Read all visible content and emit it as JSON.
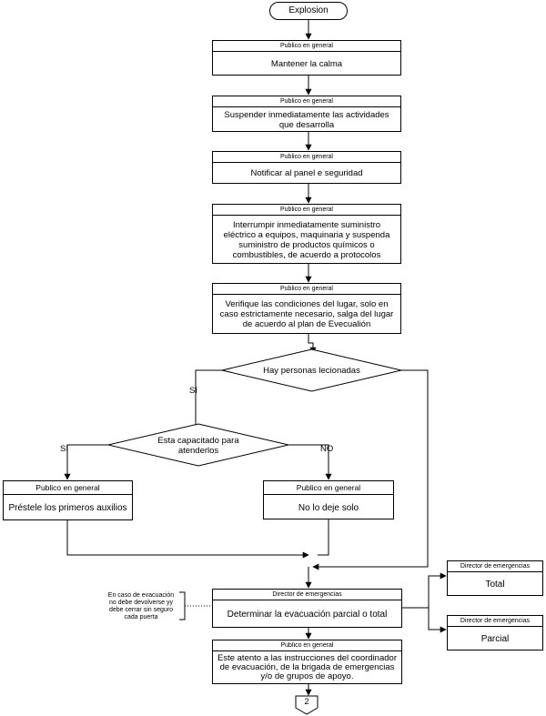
{
  "start": "Explosion",
  "steps": [
    {
      "actor": "Publico en general",
      "text": "Mantener la calma"
    },
    {
      "actor": "Publico en general",
      "text": "Suspender inmediatamente las actividades que desarrolla"
    },
    {
      "actor": "Publico en general",
      "text": "Notificar al panel e seguridad"
    },
    {
      "actor": "Publico en general",
      "text": "Interrumpir inmediatamente suministro eléctrico a equipos, maquinaria y suspenda suministro de productos químicos o combustibles, de acuerdo a protocolos"
    },
    {
      "actor": "Publico en general",
      "text": "Verifique las condiciones del lugar, solo en caso estrictamente necesario, salga del lugar de acuerdo al plan de Evecualión"
    }
  ],
  "decision1": {
    "text": "Hay personas lecionadas",
    "yes": "SI"
  },
  "decision2": {
    "text": "Esta capacitado para atenderlos",
    "yes": "SI",
    "no": "NO"
  },
  "left_box": {
    "actor": "Publico en general",
    "text": "Préstele los primeros auxilios"
  },
  "right_box": {
    "actor": "Publico en general",
    "text": "No lo deje solo"
  },
  "director_box": {
    "actor": "Director de emergencias",
    "text": "Determinar la evacuación parcial o total"
  },
  "note": "En caso de evacuación no debe devolverse yy debe cerrar sin seguro cada puerta",
  "total_box": {
    "actor": "Director de emergencias",
    "text": "Total"
  },
  "parcial_box": {
    "actor": "Director de emergencias",
    "text": "Parcial"
  },
  "final_box": {
    "actor": "Publico en general",
    "text": "Este atento a las instrucciones del coordinador de evacuación, de la brigada de emergencias y/o de grupos de apoyo."
  },
  "connector": "2"
}
